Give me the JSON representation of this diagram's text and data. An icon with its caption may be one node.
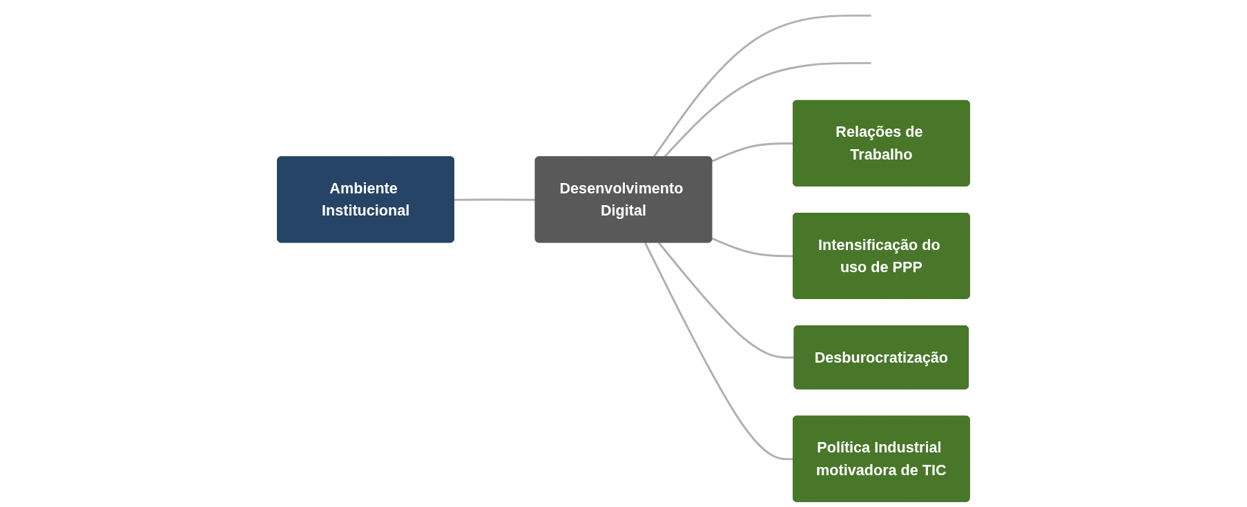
{
  "diagram": {
    "nodes": [
      {
        "text": [
          "Ambiente Institucional"
        ]
      },
      {
        "text": [
          "Desenvolvimento Digital"
        ]
      },
      {
        "text": [
          "Relações de Trabalho"
        ]
      },
      {
        "text": [
          "Intensificação do uso de PPP"
        ]
      },
      {
        "text": [
          "Desburocratização"
        ]
      },
      {
        "text": [
          "Política Industrial motivadora de TIC"
        ]
      }
    ],
    "edges": [
      {
        "from": 0,
        "to": 1,
        "arrow": "none"
      },
      {
        "from": 1,
        "to": null,
        "arrow": "none"
      },
      {
        "from": 1,
        "to": null,
        "arrow": "none"
      },
      {
        "from": 1,
        "to": 2,
        "arrow": "none"
      },
      {
        "from": 1,
        "to": 3,
        "arrow": "none"
      },
      {
        "from": 1,
        "to": 4,
        "arrow": "none"
      },
      {
        "from": 1,
        "to": 5,
        "arrow": "none"
      }
    ]
  }
}
